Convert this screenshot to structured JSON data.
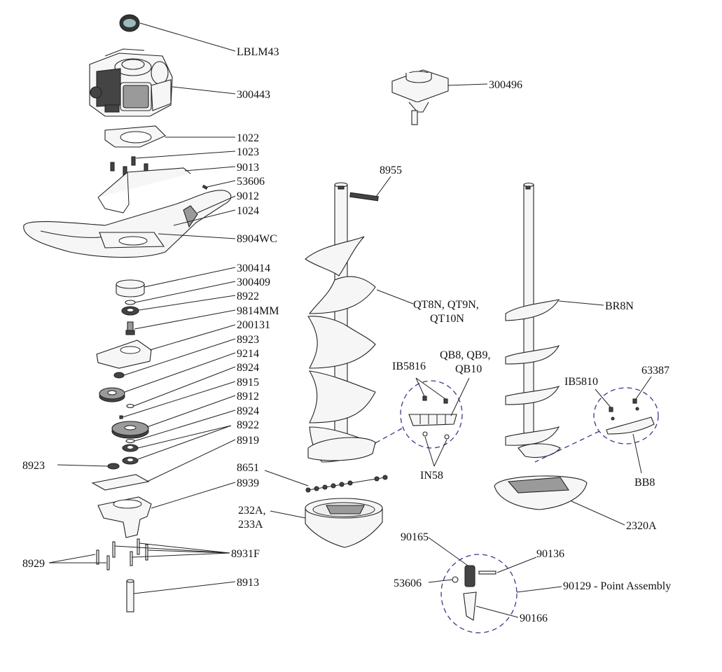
{
  "parts": {
    "LBLM43": "LBLM43",
    "p300443": "300443",
    "p300496": "300496",
    "p1022": "1022",
    "p1023": "1023",
    "p9013": "9013",
    "p53606a": "53606",
    "p9012": "9012",
    "p1024": "1024",
    "p8904WC": "8904WC",
    "p300414": "300414",
    "p300409": "300409",
    "p8922a": "8922",
    "p9814MM": "9814MM",
    "p200131": "200131",
    "p8923a": "8923",
    "p9214": "9214",
    "p8924a": "8924",
    "p8915": "8915",
    "p8912": "8912",
    "p8924b": "8924",
    "p8922b": "8922",
    "p8919": "8919",
    "p8923b": "8923",
    "p8939": "8939",
    "p8931F": "8931F",
    "p8929": "8929",
    "p8913": "8913",
    "p8955": "8955",
    "qt1": "QT8N, QT9N,",
    "qt2": "QT10N",
    "br8n": "BR8N",
    "qb1": "QB8, QB9,",
    "qb2": "QB10",
    "ib5816": "IB5816",
    "in58": "IN58",
    "ib5810": "IB5810",
    "p63387": "63387",
    "bb8": "BB8",
    "p8651": "8651",
    "a232_1": "232A,",
    "a232_2": "233A",
    "p2320A": "2320A",
    "p90165": "90165",
    "p90136": "90136",
    "p53606b": "53606",
    "p90129": "90129 - Point Assembly",
    "p90166": "90166"
  }
}
